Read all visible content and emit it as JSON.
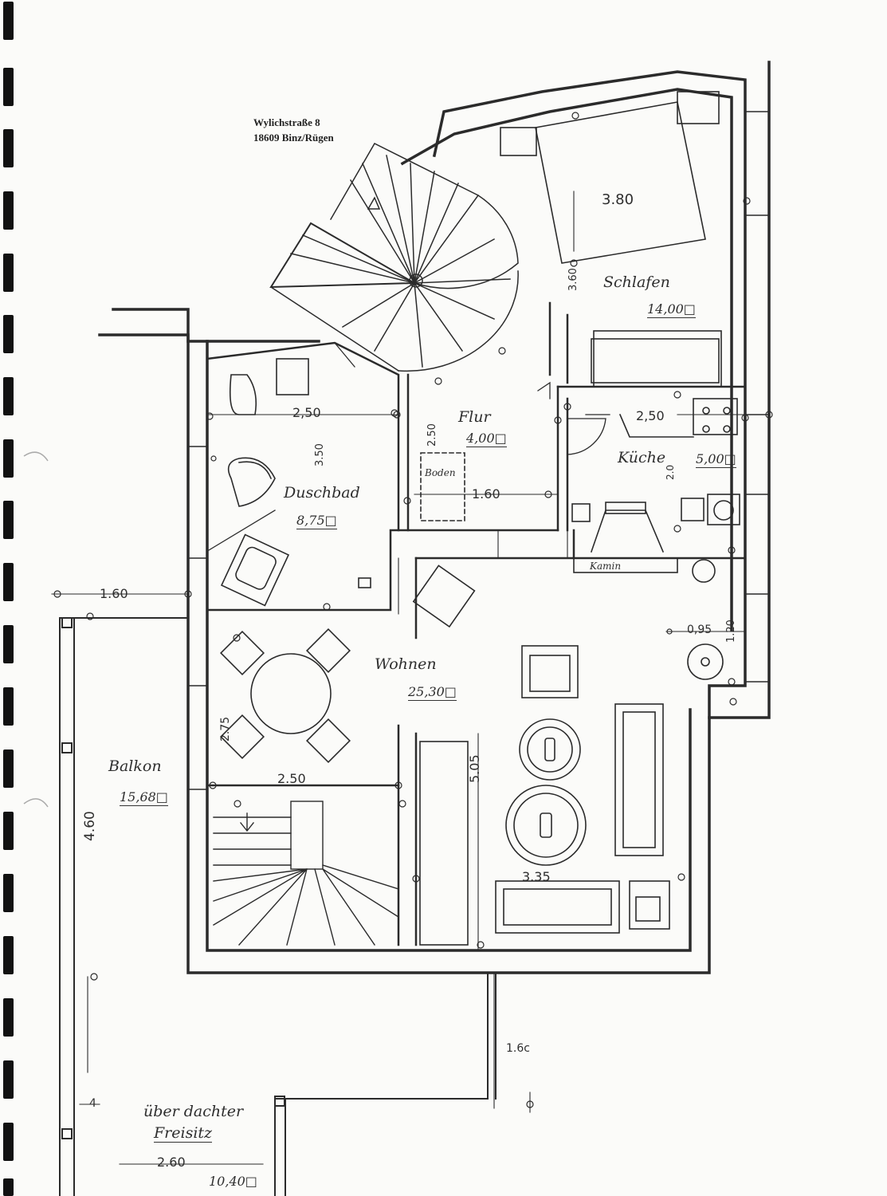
{
  "header": {
    "street": "Wylichstraße 8",
    "city": "18609 Binz/Rügen"
  },
  "rooms": {
    "schlafen": {
      "name": "Schlafen",
      "area": "14,00"
    },
    "flur": {
      "name": "Flur",
      "area": "4,00"
    },
    "boden": {
      "name": "Boden"
    },
    "kueche": {
      "name": "Küche",
      "area": "5,00"
    },
    "duschbad": {
      "name": "Duschbad",
      "area": "8,75"
    },
    "kamin": {
      "name": "Kamin"
    },
    "wohnen": {
      "name": "Wohnen",
      "area": "25,30"
    },
    "balkon": {
      "name": "Balkon",
      "area": "15,68"
    },
    "freisitz": {
      "name_line1": "über dachter",
      "name_line2": "Freisitz",
      "area": "10,40"
    }
  },
  "dimensions": {
    "schlafen_width": "3.80",
    "schlafen_height": "3.60",
    "bad_width": "2,50",
    "bad_height": "3.50",
    "flur_height": "2.50",
    "flur_width": "1.60",
    "kueche_width": "2,50",
    "kueche_height": "2.0",
    "balcony_top": "1.60",
    "wohnen_side": "2.75",
    "dining_width": "2.50",
    "wohnen_height": "5.05",
    "fireplace_w": "0,95",
    "fireplace_h": "1.20",
    "balkon_height": "4.60",
    "wohnen_width": "3.35",
    "lower_offset": "1.6c",
    "freisitz_width": "2.60",
    "freisitz_height": "4"
  },
  "colors": {
    "line": "#2b2b2b",
    "paper": "#fbfbf9",
    "binding": "#111111"
  }
}
